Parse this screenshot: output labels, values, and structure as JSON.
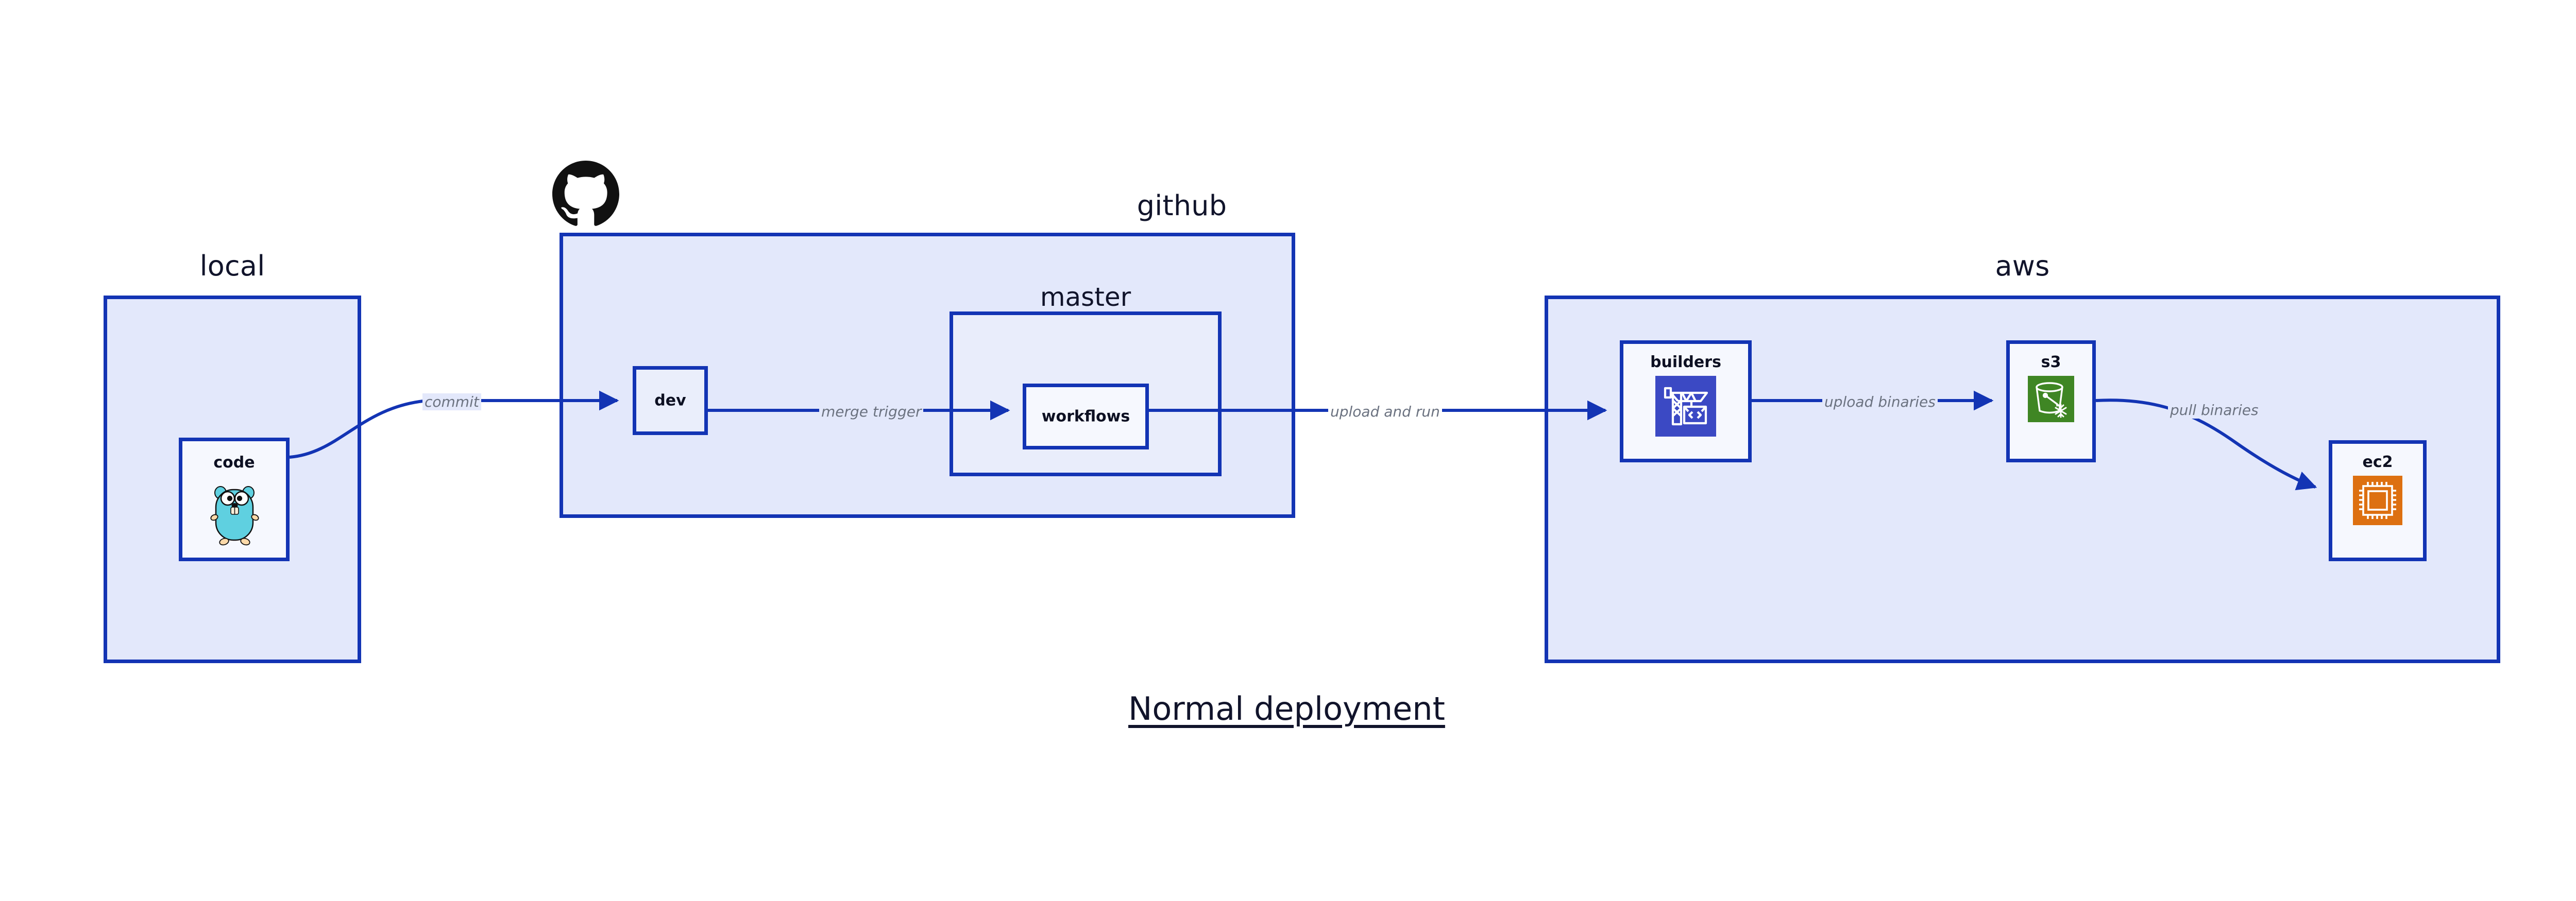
{
  "caption": "Normal deployment",
  "colors": {
    "group_fill": "#e3e8fb",
    "subgroup_fill": "#e9edfb",
    "node_fill": "#eaeefb",
    "node_fill_white": "#f6f8fe",
    "border": "#1334b4",
    "edge_label": "#6b7280",
    "text": "#11142b",
    "builders_icon": "#3b49c4",
    "s3_icon": "#3f8624",
    "ec2_icon": "#dd7011",
    "gopher": "#5fd0e0",
    "github_mark": "#111111"
  },
  "groups": [
    {
      "id": "local",
      "title": "local"
    },
    {
      "id": "github",
      "title": "github"
    },
    {
      "id": "aws",
      "title": "aws"
    }
  ],
  "subgroups": [
    {
      "id": "master",
      "title": "master",
      "parent": "github"
    }
  ],
  "nodes": [
    {
      "id": "code",
      "label": "code",
      "parent": "local",
      "icon": "go-gopher-icon"
    },
    {
      "id": "dev",
      "label": "dev",
      "parent": "github",
      "icon": null
    },
    {
      "id": "workflows",
      "label": "workflows",
      "parent": "master",
      "icon": null
    },
    {
      "id": "builders",
      "label": "builders",
      "parent": "aws",
      "icon": "aws-builders-crane-icon"
    },
    {
      "id": "s3",
      "label": "s3",
      "parent": "aws",
      "icon": "aws-s3-bucket-icon"
    },
    {
      "id": "ec2",
      "label": "ec2",
      "parent": "aws",
      "icon": "aws-ec2-chip-icon"
    }
  ],
  "edges": [
    {
      "id": "code-to-dev",
      "from": "code",
      "to": "dev",
      "label": "commit"
    },
    {
      "id": "dev-to-workflows",
      "from": "dev",
      "to": "workflows",
      "label": "merge trigger"
    },
    {
      "id": "workflows-to-builders",
      "from": "workflows",
      "to": "builders",
      "label": "upload and run"
    },
    {
      "id": "builders-to-s3",
      "from": "builders",
      "to": "s3",
      "label": "upload binaries"
    },
    {
      "id": "s3-to-ec2",
      "from": "s3",
      "to": "ec2",
      "label": "pull binaries"
    }
  ],
  "marks": [
    {
      "id": "github-mark",
      "name": "github-octocat-logo"
    }
  ]
}
